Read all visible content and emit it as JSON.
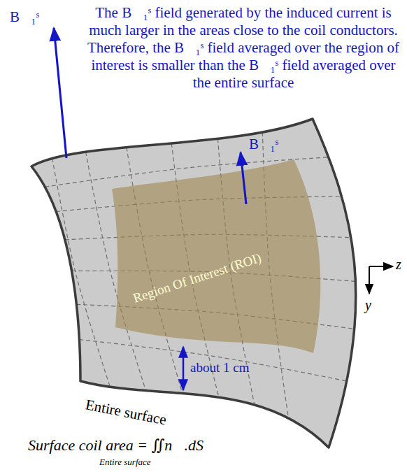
{
  "diagram": {
    "nodes": [
      {
        "text": [
          "Entire surface"
        ]
      },
      {
        "text": [
          "Region Of Interest (ROI)"
        ],
        "in": 0
      }
    ],
    "labels": [
      "The B⃗₁ˢ field generated by the induced current is much larger in the areas close to the coil conductors. Therefore, the B⃗₁ˢ field averaged over the region of interest is smaller than the B⃗₁ˢ field averaged over the entire surface",
      "B⃗₁ˢ",
      "B⃗₁ˢ",
      "about 1 cm",
      "z",
      "y",
      "Surface coil area = ∬n⃗.dS⃗",
      "Entire surface"
    ]
  }
}
